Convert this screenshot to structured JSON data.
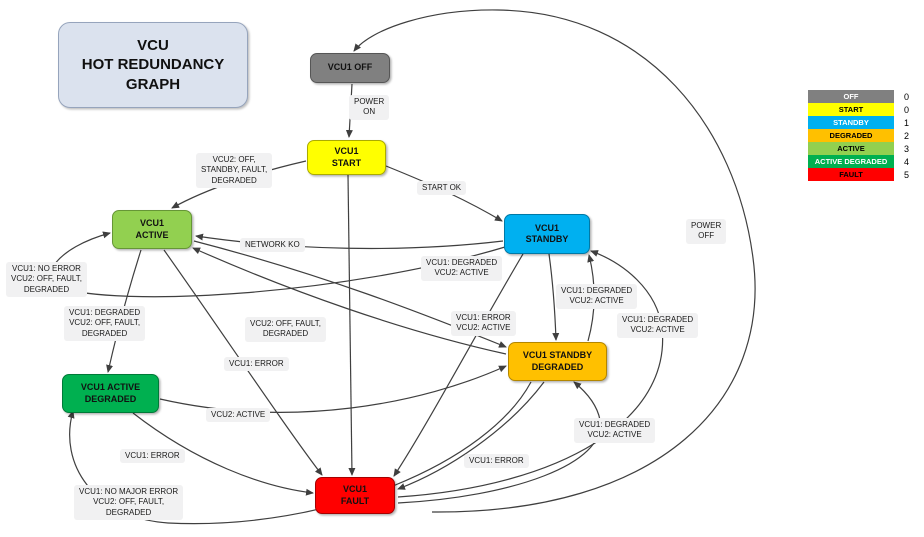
{
  "title": {
    "text": "VCU\nHOT REDUNDANCY\nGRAPH"
  },
  "nodes": {
    "off": {
      "label": "VCU1 OFF",
      "fill": "#808080",
      "border": "#565656"
    },
    "start": {
      "label": "VCU1\nSTART",
      "fill": "#FFFF00",
      "border": "#ABAB00"
    },
    "active": {
      "label": "VCU1\nACTIVE",
      "fill": "#92D050",
      "border": "#669636"
    },
    "standby": {
      "label": "VCU1\nSTANDBY",
      "fill": "#00B0F0",
      "border": "#0079A6"
    },
    "standby_degraded": {
      "label": "VCU1 STANDBY\nDEGRADED",
      "fill": "#FFC000",
      "border": "#B38600"
    },
    "active_degraded": {
      "label": "VCU1 ACTIVE\nDEGRADED",
      "fill": "#00B050",
      "border": "#007A38"
    },
    "fault": {
      "label": "VCU1\nFAULT",
      "fill": "#FF0000",
      "border": "#A60000"
    }
  },
  "edge_labels": [
    {
      "text": "POWER\nON"
    },
    {
      "text": "VCU2: OFF,\nSTANDBY, FAULT,\nDEGRADED"
    },
    {
      "text": "START OK"
    },
    {
      "text": "NETWORK KO"
    },
    {
      "text": "VCU1: NO ERROR\nVCU2: OFF, FAULT,\nDEGRADED"
    },
    {
      "text": "VCU1: DEGRADED\nVCU2: ACTIVE"
    },
    {
      "text": "VCU1: DEGRADED\nVCU2: ACTIVE"
    },
    {
      "text": "VCU1: DEGRADED\nVCU2: OFF, FAULT,\nDEGRADED"
    },
    {
      "text": "VCU2: OFF, FAULT,\nDEGRADED"
    },
    {
      "text": "VCU1: ERROR\nVCU2: ACTIVE"
    },
    {
      "text": "VCU1: DEGRADED\nVCU2: ACTIVE"
    },
    {
      "text": "VCU1: ERROR"
    },
    {
      "text": "VCU2: ACTIVE"
    },
    {
      "text": "VCU1: DEGRADED\nVCU2: ACTIVE"
    },
    {
      "text": "VCU1: ERROR"
    },
    {
      "text": "VCU1: ERROR"
    },
    {
      "text": "VCU1: NO MAJOR ERROR\nVCU2: OFF, FAULT,\nDEGRADED"
    },
    {
      "text": "POWER\nOFF"
    }
  ],
  "legend": {
    "rows": [
      {
        "label": "OFF",
        "color": "#808080",
        "text": "#FFFFFF",
        "value": "0"
      },
      {
        "label": "START",
        "color": "#FFFF00",
        "text": "#000000",
        "value": "0"
      },
      {
        "label": "STANDBY",
        "color": "#00B0F0",
        "text": "#FFFFFF",
        "value": "1"
      },
      {
        "label": "DEGRADED",
        "color": "#FFC000",
        "text": "#000000",
        "value": "2"
      },
      {
        "label": "ACTIVE",
        "color": "#92D050",
        "text": "#000000",
        "value": "3"
      },
      {
        "label": "ACTIVE DEGRADED",
        "color": "#00B050",
        "text": "#FFFFFF",
        "value": "4"
      },
      {
        "label": "FAULT",
        "color": "#FF0000",
        "text": "#000000",
        "value": "5"
      }
    ]
  }
}
